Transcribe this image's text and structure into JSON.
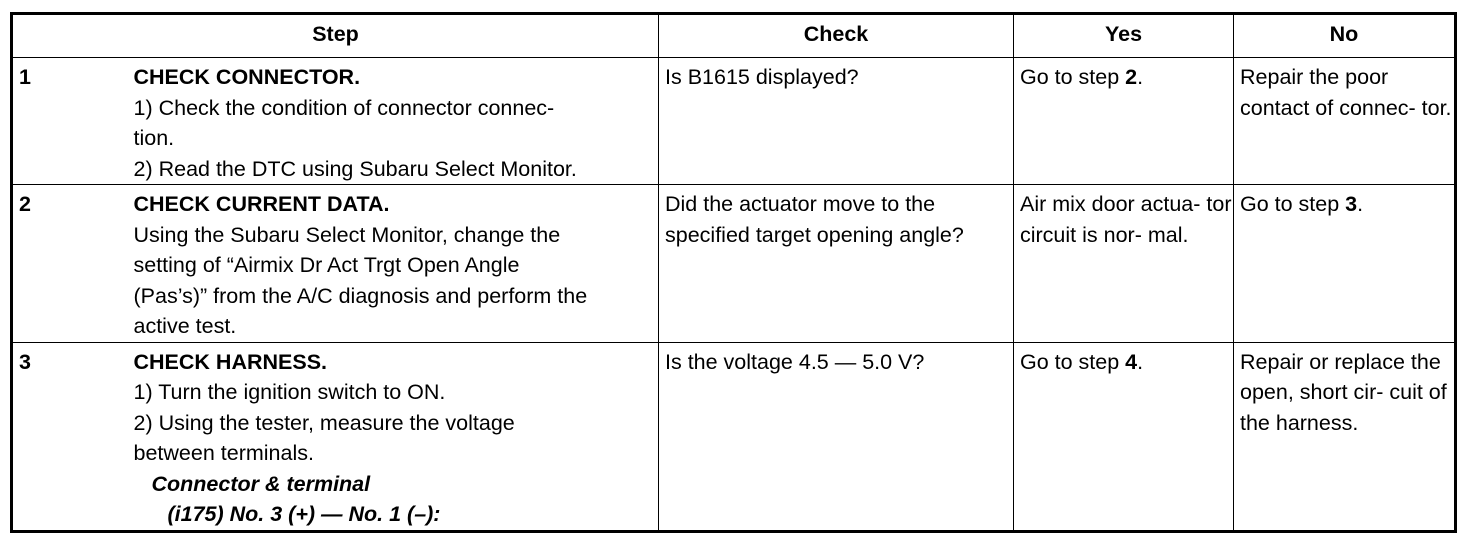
{
  "headers": {
    "step": "Step",
    "check": "Check",
    "yes": "Yes",
    "no": "No"
  },
  "rows": [
    {
      "num": "1",
      "title": "CHECK CONNECTOR.",
      "lines": [
        "1)   Check the condition of connector connec-",
        "tion.",
        "2)   Read the DTC using Subaru Select Monitor."
      ],
      "check": "Is B1615 displayed?",
      "yes_prefix": "Go to step ",
      "yes_bold": "2",
      "yes_suffix": ".",
      "no": "Repair the poor contact of connec- tor."
    },
    {
      "num": "2",
      "title": "CHECK CURRENT DATA.",
      "lines": [
        "Using the Subaru Select Monitor, change the",
        "setting of “Airmix Dr Act Trgt Open Angle",
        "(Pas’s)” from the A/C diagnosis and perform the",
        "active test."
      ],
      "check": "Did the actuator move to the specified target opening angle?",
      "yes": "Air mix door actua- tor circuit is nor- mal.",
      "no_prefix": "Go to step ",
      "no_bold": "3",
      "no_suffix": "."
    },
    {
      "num": "3",
      "title": "CHECK HARNESS.",
      "lines": [
        "1)   Turn the ignition switch to ON.",
        "2)   Using the tester, measure the voltage",
        "between terminals."
      ],
      "sub_title": "Connector & terminal",
      "sub_value": "(i175) No. 3 (+) — No. 1 (–):",
      "check": "Is the voltage 4.5 — 5.0 V?",
      "yes_prefix": "Go to step ",
      "yes_bold": "4",
      "yes_suffix": ".",
      "no": "Repair or replace the open, short cir- cuit of the harness."
    }
  ]
}
